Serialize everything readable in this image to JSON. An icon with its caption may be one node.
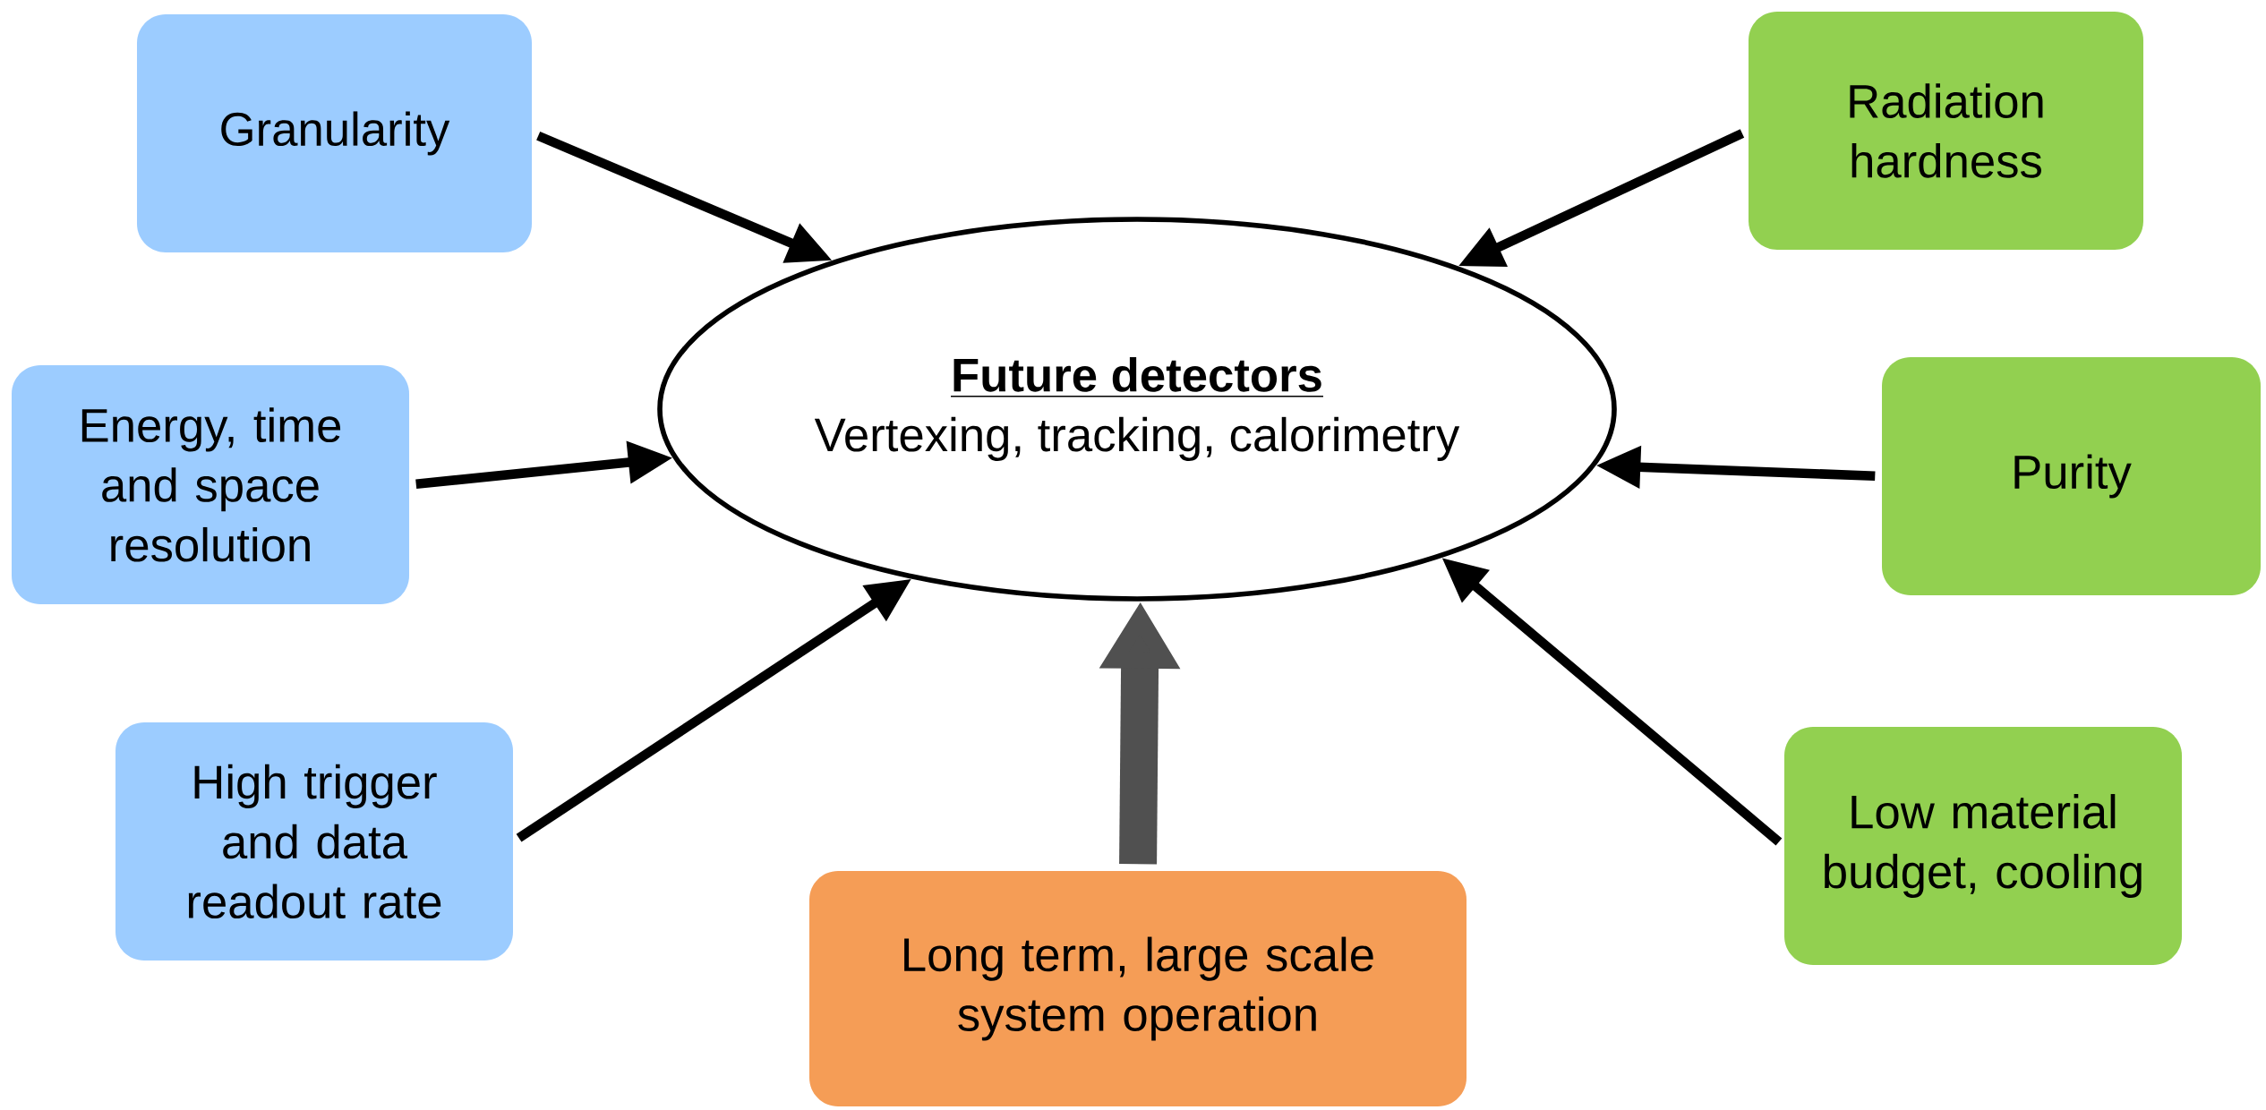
{
  "diagram": {
    "nodes": [
      {
        "text": [
          "Granularity"
        ]
      },
      {
        "text": [
          "Radiation hardness"
        ]
      },
      {
        "text": [
          "Future detectors",
          "Vertexing, tracking, calorimetry"
        ]
      },
      {
        "text": [
          "Energy, time and space resolution"
        ]
      },
      {
        "text": [
          "Purity"
        ]
      },
      {
        "text": [
          "High trigger and data readout rate"
        ]
      },
      {
        "text": [
          "Low material budget, cooling"
        ]
      },
      {
        "text": [
          "Long term, large scale system operation"
        ]
      }
    ],
    "edges": [
      {
        "from": 0,
        "to": 2,
        "arrow": "to"
      },
      {
        "from": 1,
        "to": 2,
        "arrow": "to"
      },
      {
        "from": 3,
        "to": 2,
        "arrow": "to"
      },
      {
        "from": 4,
        "to": 2,
        "arrow": "to"
      },
      {
        "from": 5,
        "to": 2,
        "arrow": "to"
      },
      {
        "from": 6,
        "to": 2,
        "arrow": "to"
      },
      {
        "from": 7,
        "to": 2,
        "arrow": "to",
        "style": "thick",
        "color": "#505050"
      }
    ]
  }
}
